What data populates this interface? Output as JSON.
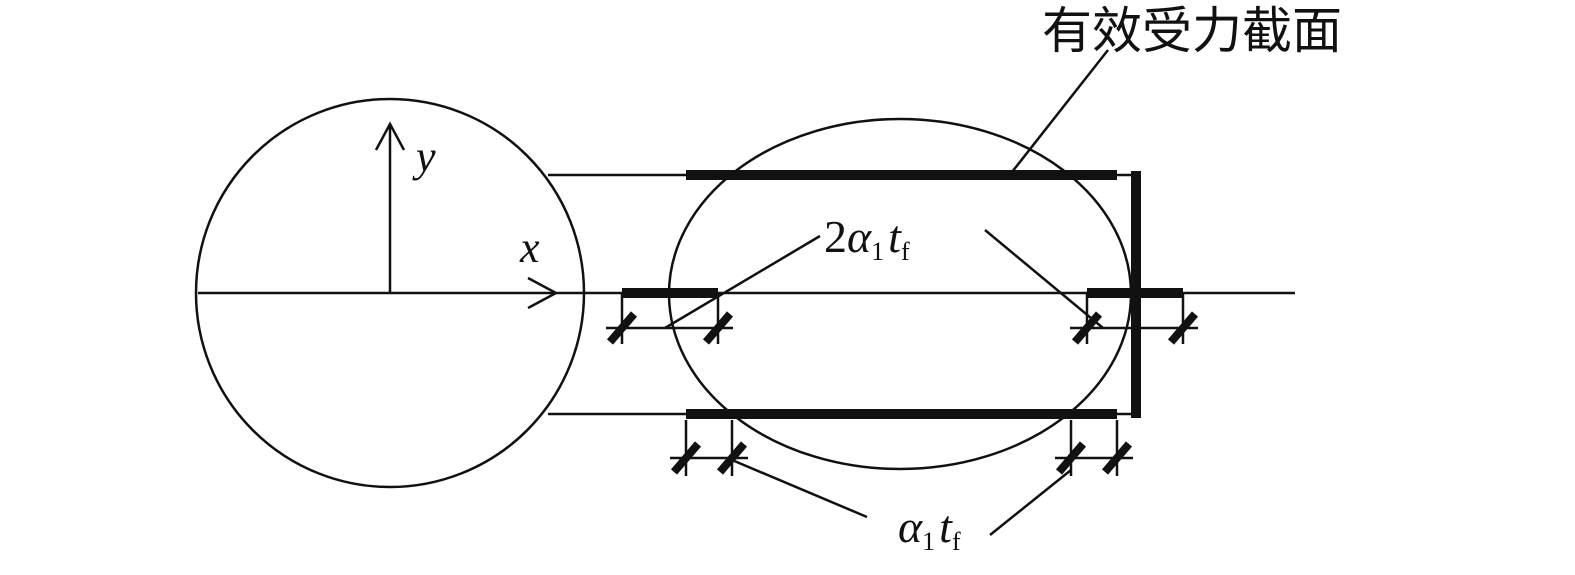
{
  "labels": {
    "effective_section": "有效受力截面",
    "axis_y": "y",
    "axis_x": "x",
    "dim_upper": {
      "coef": "2",
      "alpha": "α",
      "alpha_sub": "1",
      "t": "t",
      "t_sub": "f"
    },
    "dim_lower": {
      "alpha": "α",
      "alpha_sub": "1",
      "t": "t",
      "t_sub": "f"
    }
  }
}
